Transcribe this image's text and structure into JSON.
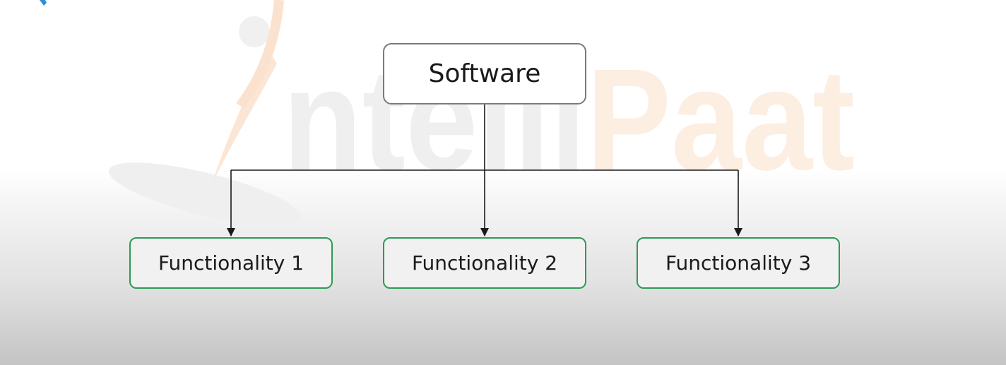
{
  "diagram": {
    "root": {
      "label": "Software"
    },
    "children": [
      {
        "label": "Functionality 1"
      },
      {
        "label": "Functionality 2"
      },
      {
        "label": "Functionality 3"
      }
    ]
  },
  "watermark": {
    "brand": "intelliPaat",
    "text_parts": [
      "ntelli",
      "Paat"
    ],
    "colors": {
      "gray": "#e6e6e6",
      "orange": "#fce6d4"
    }
  },
  "colors": {
    "root_border": "#7a7a7a",
    "child_border": "#2c9b56",
    "connector": "#1a1a1a",
    "corner_mark": "#2f8fd8"
  },
  "icons": {
    "corner_mark": "partial-arrow-icon"
  }
}
